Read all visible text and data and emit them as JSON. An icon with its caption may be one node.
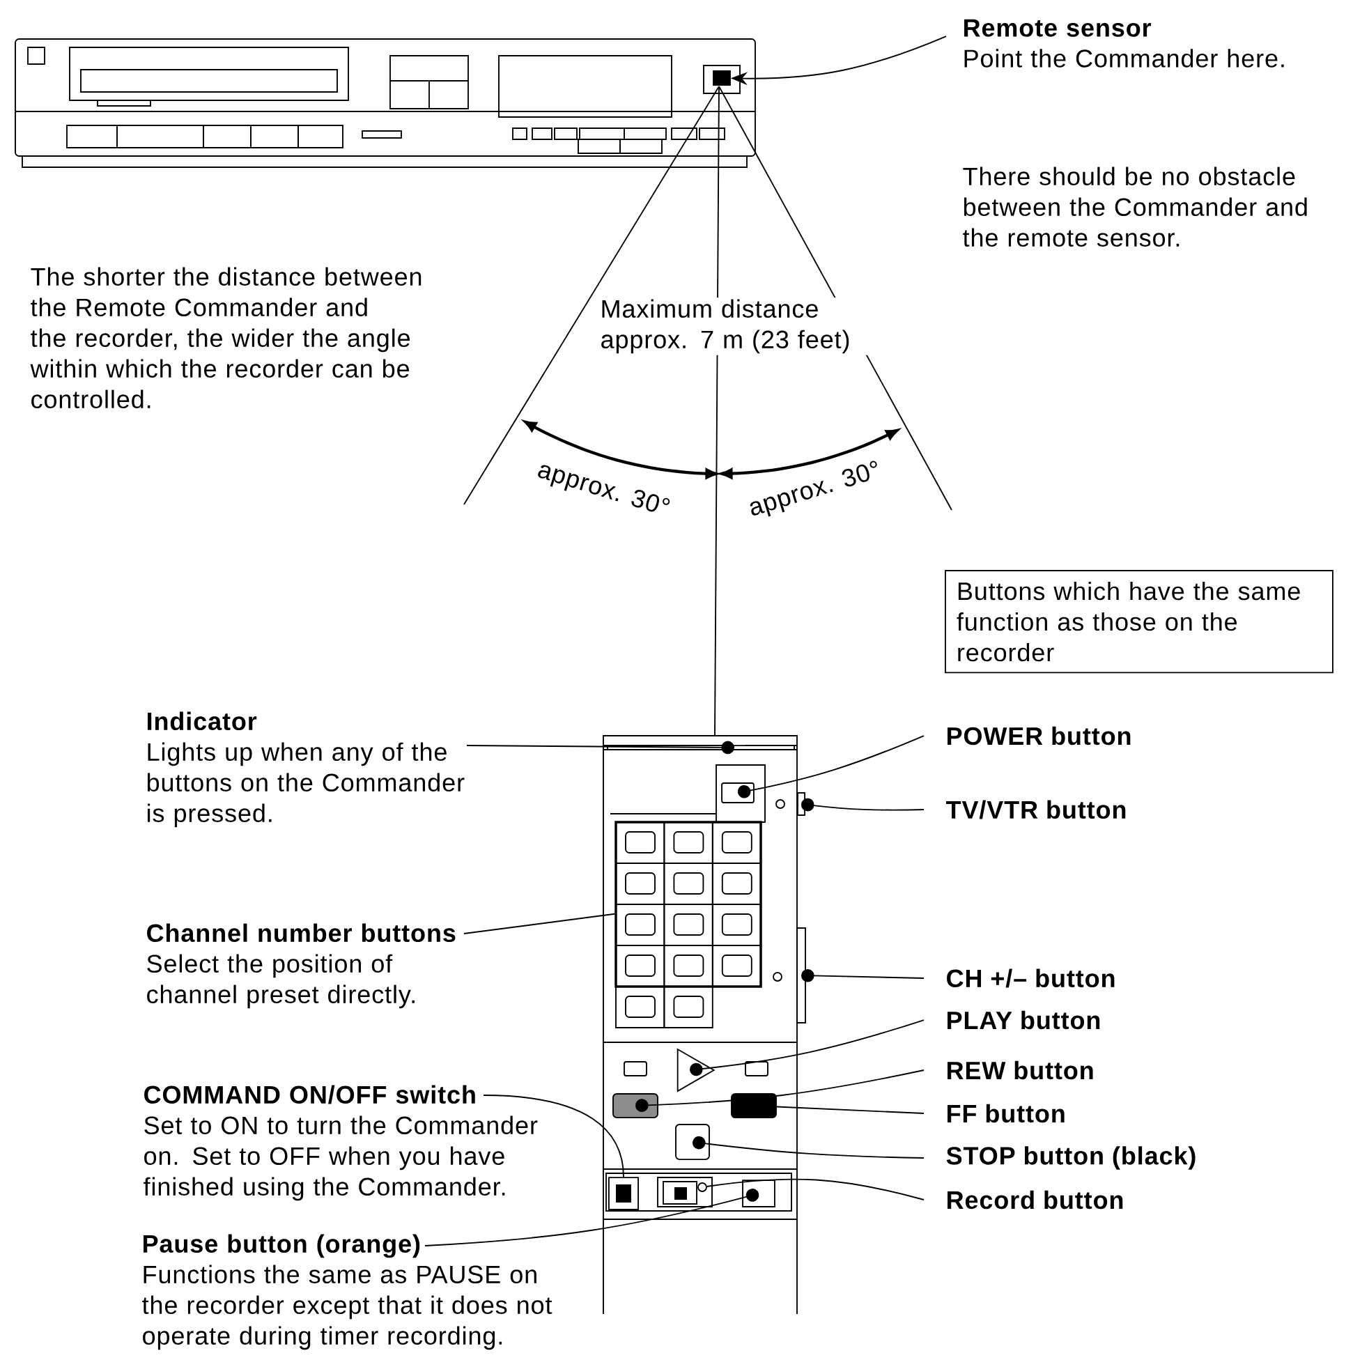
{
  "diagram": {
    "nodes": [
      {
        "text": [
          "Remote sensor",
          "Point the Commander here."
        ]
      },
      {
        "text": [
          "Buttons which have the same function as those on the recorder"
        ]
      },
      {
        "text": [
          "Indicator",
          "Lights up when any of the buttons on the Commander is pressed."
        ]
      },
      {
        "text": [
          "POWER button"
        ]
      },
      {
        "text": [
          "TV/VTR button"
        ]
      },
      {
        "text": [
          "Channel number buttons",
          "Select the position of channel preset directly."
        ]
      },
      {
        "text": [
          "CH +/– button"
        ]
      },
      {
        "text": [
          "PLAY button"
        ]
      },
      {
        "text": [
          "REW button"
        ]
      },
      {
        "text": [
          "FF button"
        ]
      },
      {
        "text": [
          "COMMAND ON/OFF switch",
          "Set to ON to turn the Commander on. Set to OFF when you have finished using the Commander."
        ]
      },
      {
        "text": [
          "STOP button (black)"
        ]
      },
      {
        "text": [
          "Record button"
        ]
      },
      {
        "text": [
          "Pause button (orange)",
          "Functions the same as PAUSE on the recorder except that it does not operate during timer recording."
        ]
      },
      {
        "text": [],
        "shape": "box"
      },
      {
        "text": [],
        "shape": "bar"
      },
      {
        "text": [],
        "shape": "box"
      },
      {
        "text": [],
        "shape": "bar"
      },
      {
        "text": [],
        "shape": "box"
      },
      {
        "text": [],
        "shape": "bar"
      },
      {
        "text": [],
        "shape": "triangle"
      },
      {
        "text": [],
        "shape": "box"
      },
      {
        "text": [],
        "shape": "box"
      },
      {
        "text": [],
        "shape": "box"
      },
      {
        "text": [],
        "shape": "circle"
      },
      {
        "text": [],
        "shape": "box"
      },
      {
        "text": [],
        "shape": "box"
      }
    ],
    "edges": [
      {
        "from": 0,
        "to": 14,
        "arrow": "to"
      },
      {
        "from": 2,
        "to": 15,
        "arrow": "other"
      },
      {
        "from": 3,
        "to": 16,
        "arrow": "other"
      },
      {
        "from": 4,
        "to": 17,
        "arrow": "other"
      },
      {
        "from": 5,
        "to": 18,
        "arrow": "none"
      },
      {
        "from": 6,
        "to": 19,
        "arrow": "other"
      },
      {
        "from": 7,
        "to": 20,
        "arrow": "other"
      },
      {
        "from": 8,
        "to": 21,
        "arrow": "other"
      },
      {
        "from": 9,
        "to": 22,
        "arrow": "none"
      },
      {
        "from": 10,
        "to": 25,
        "arrow": "none"
      },
      {
        "from": 11,
        "to": 23,
        "arrow": "other"
      },
      {
        "from": 12,
        "to": 24,
        "arrow": "none"
      },
      {
        "from": 13,
        "to": 26,
        "arrow": "other"
      }
    ],
    "labels": [
      "There should be no obstacle between the Commander and the remote sensor.",
      "The shorter the distance between the Remote Commander and the recorder, the wider the angle within which the recorder can be controlled.",
      "Maximum distance approx. 7 m (23 feet)",
      "approx. 30°",
      "approx. 30°"
    ]
  }
}
